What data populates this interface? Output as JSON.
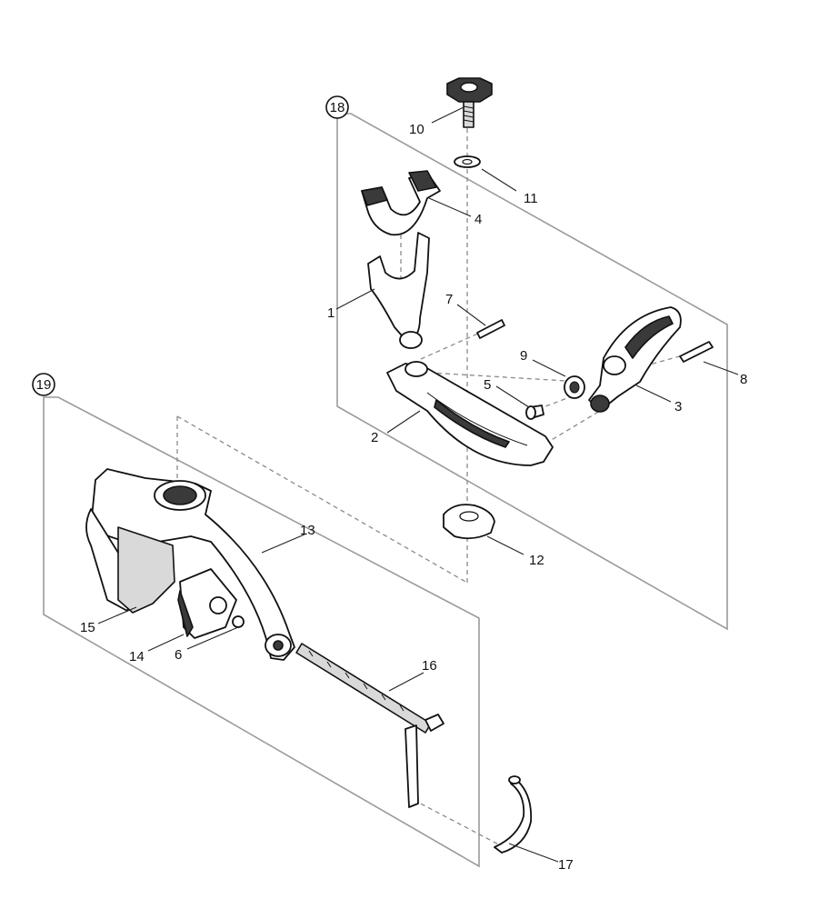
{
  "groups": [
    {
      "id": "18",
      "label": "18"
    },
    {
      "id": "19",
      "label": "19"
    }
  ],
  "callouts": {
    "c1": "1",
    "c2": "2",
    "c3": "3",
    "c4": "4",
    "c5": "5",
    "c6": "6",
    "c7": "7",
    "c8": "8",
    "c9": "9",
    "c10": "10",
    "c11": "11",
    "c12": "12",
    "c13": "13",
    "c14": "14",
    "c15": "15",
    "c16": "16",
    "c17": "17"
  },
  "colors": {
    "frame": "#9a9a9a",
    "ink": "#111111",
    "shade": "#d9d9d9",
    "dark": "#3a3a3a"
  }
}
